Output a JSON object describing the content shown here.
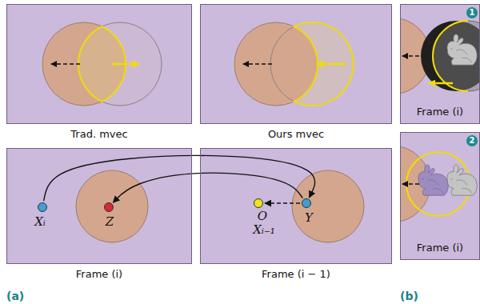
{
  "diagram": {
    "nodes": [
      {
        "text": [
          "Trad. mvec"
        ]
      },
      {
        "text": [
          "Ours mvec"
        ]
      },
      {
        "text": [
          "Frame (i)"
        ]
      },
      {
        "text": [
          "Xᵢ"
        ],
        "in": 2
      },
      {
        "text": [
          "Z"
        ],
        "in": 2
      },
      {
        "text": [
          "Frame (i − 1)"
        ]
      },
      {
        "text": [
          "O",
          "Xᵢ₋₁"
        ],
        "in": 5
      },
      {
        "text": [
          "Y"
        ],
        "in": 5
      },
      {
        "text": [
          "Frame (i)"
        ]
      },
      {
        "text": [
          "Frame (i)"
        ]
      }
    ],
    "edges": [
      {
        "from": 3,
        "to": 7,
        "arrow": "to"
      },
      {
        "from": 7,
        "to": 4,
        "arrow": "to"
      },
      {
        "from": 7,
        "to": 6,
        "arrow": "to"
      }
    ],
    "labels": [
      "(a)",
      "(b)",
      "1",
      "2"
    ]
  }
}
